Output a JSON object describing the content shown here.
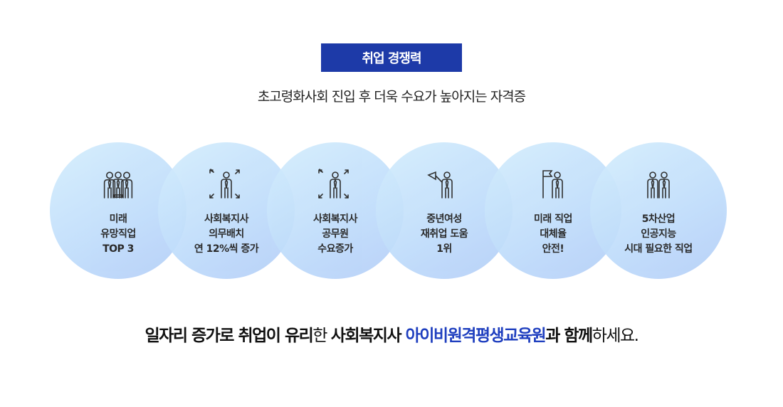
{
  "badge": "취업 경쟁력",
  "subtitle": "초고령화사회 진입 후 더욱 수요가 높아지는 자격증",
  "circles": [
    {
      "icon": "team-icon",
      "lines": [
        "미래",
        "유망직업",
        "TOP 3"
      ]
    },
    {
      "icon": "person-arrows-icon",
      "lines": [
        "사회복지사",
        "의무배치",
        "연 12%씩 증가"
      ]
    },
    {
      "icon": "person-arrows-icon",
      "lines": [
        "사회복지사",
        "공무원",
        "수요증가"
      ]
    },
    {
      "icon": "person-megaphone-icon",
      "lines": [
        "중년여성",
        "재취업 도움",
        "1위"
      ]
    },
    {
      "icon": "person-flag-icon",
      "lines": [
        "미래 직업",
        "대체율",
        "안전!"
      ]
    },
    {
      "icon": "couple-icon",
      "lines": [
        "5차산업",
        "인공지능",
        "시대 필요한 직업"
      ]
    }
  ],
  "closing": {
    "part1": "일자리 증가로 취업이 유리",
    "part2": "한 ",
    "part3": "사회복지사 ",
    "highlight": "아이비원격평생교육원",
    "part4": "과 함께",
    "part5": "하세요."
  },
  "colors": {
    "badge": "#1d3aa8",
    "highlight": "#1f3fbf"
  }
}
